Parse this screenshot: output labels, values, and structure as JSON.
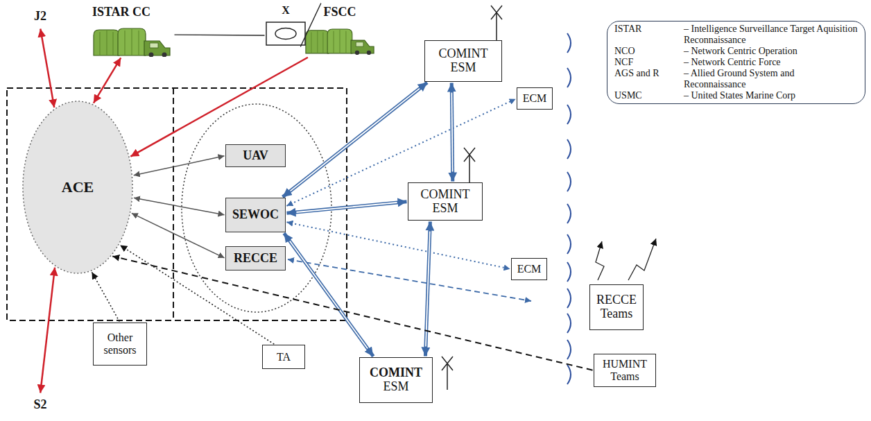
{
  "diagram": {
    "nodes": [
      {
        "text": [
          "J2"
        ]
      },
      {
        "text": [
          "ISTAR CC"
        ]
      },
      {
        "text": [
          "X"
        ]
      },
      {
        "text": [
          "FSCC"
        ]
      },
      {
        "text": [
          "ACE"
        ]
      },
      {
        "text": [
          "UAV"
        ]
      },
      {
        "text": [
          "SEWOC"
        ]
      },
      {
        "text": [
          "RECCE"
        ]
      },
      {
        "text": [
          "COMINT ESM"
        ]
      },
      {
        "text": [
          "ECM"
        ]
      },
      {
        "text": [
          "COMINT ESM"
        ]
      },
      {
        "text": [
          "ECM"
        ]
      },
      {
        "text": [
          "RECCE Teams"
        ]
      },
      {
        "text": [
          "HUMINT Teams"
        ]
      },
      {
        "text": [
          "COMINT",
          "ESM"
        ]
      },
      {
        "text": [
          "S2"
        ]
      },
      {
        "text": [
          "Other sensors"
        ]
      },
      {
        "text": [
          "TA"
        ]
      },
      {
        "text": [
          "ISTAR",
          "– Intelligence Surveillance Target Aquisition Reconnaissance",
          "NCO",
          "– Network Centric Operation",
          "NCF",
          "– Network Centric Force",
          "AGS and R",
          "– Allied Ground System and Reconnaissance",
          "USMC",
          "– United States Marine Corp"
        ]
      }
    ],
    "edges": [
      {
        "from": 0,
        "to": 4,
        "arrow": "both"
      },
      {
        "from": 1,
        "to": 4,
        "arrow": "both"
      },
      {
        "from": 1,
        "to": 2,
        "arrow": "none"
      },
      {
        "from": 2,
        "to": 3,
        "arrow": "none"
      },
      {
        "from": 3,
        "to": 4,
        "arrow": "to"
      },
      {
        "from": 4,
        "to": 5,
        "arrow": "both"
      },
      {
        "from": 4,
        "to": 6,
        "arrow": "both"
      },
      {
        "from": 4,
        "to": 7,
        "arrow": "both"
      },
      {
        "from": 6,
        "to": 8,
        "arrow": "both"
      },
      {
        "from": 6,
        "to": 9,
        "arrow": "both"
      },
      {
        "from": 6,
        "to": 10,
        "arrow": "both"
      },
      {
        "from": 6,
        "to": 11,
        "arrow": "both"
      },
      {
        "from": 6,
        "to": 14,
        "arrow": "both"
      },
      {
        "from": 8,
        "to": 10,
        "arrow": "both"
      },
      {
        "from": 10,
        "to": 14,
        "arrow": "both"
      },
      {
        "from": 13,
        "to": 4,
        "arrow": "to"
      },
      {
        "from": 16,
        "to": 4,
        "arrow": "to"
      },
      {
        "from": 17,
        "to": 4,
        "arrow": "to"
      },
      {
        "from": 15,
        "to": 4,
        "arrow": "both"
      }
    ]
  }
}
